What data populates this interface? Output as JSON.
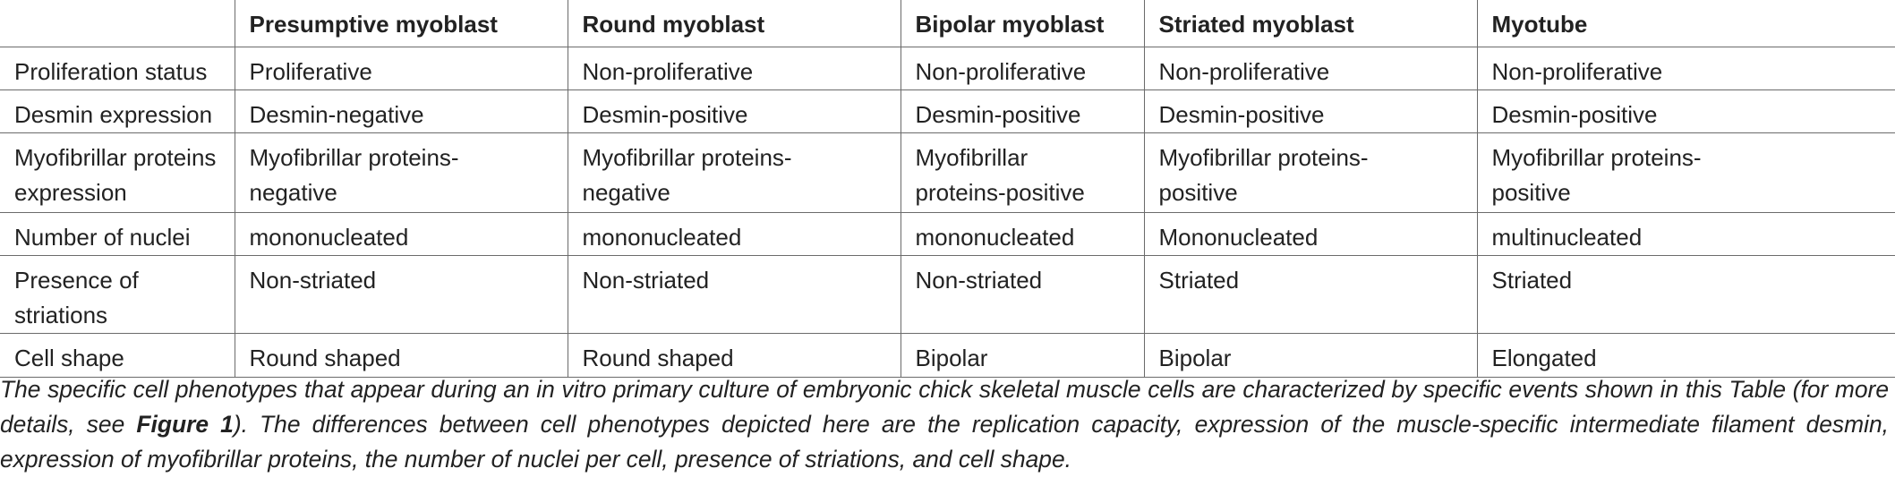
{
  "table": {
    "headers": [
      "",
      "Presumptive myoblast",
      "Round myoblast",
      "Bipolar myoblast",
      "Striated myoblast",
      "Myotube"
    ],
    "rows": [
      {
        "label": "Proliferation status",
        "cells": [
          "Proliferative",
          "Non-proliferative",
          "Non-proliferative",
          "Non-proliferative",
          "Non-proliferative"
        ]
      },
      {
        "label": "Desmin expression",
        "cells": [
          "Desmin-negative",
          "Desmin-positive",
          "Desmin-positive",
          "Desmin-positive",
          "Desmin-positive"
        ]
      },
      {
        "label": "Myofibrillar proteins expression",
        "cells": [
          "Myofibrillar proteins-negative",
          "Myofibrillar proteins-negative",
          "Myofibrillar proteins-positive",
          "Myofibrillar proteins-positive",
          "Myofibrillar proteins-positive"
        ]
      },
      {
        "label": "Number of nuclei",
        "cells": [
          "mononucleated",
          "mononucleated",
          "mononucleated",
          "Mononucleated",
          "multinucleated"
        ]
      },
      {
        "label": "Presence of striations",
        "cells": [
          "Non-striated",
          "Non-striated",
          "Non-striated",
          "Striated",
          "Striated"
        ]
      },
      {
        "label": "Cell shape",
        "cells": [
          "Round shaped",
          "Round shaped",
          "Bipolar",
          "Bipolar",
          "Elongated"
        ]
      }
    ]
  },
  "caption": {
    "before": "The specific cell phenotypes that appear during an in vitro primary culture of embryonic chick skeletal muscle cells are characterized by specific events shown in this Table (for more details, see ",
    "figure_ref": "Figure 1",
    "after": "). The differences between cell phenotypes depicted here are the replication capacity, expression of the muscle-specific intermediate filament desmin, expression of myofibrillar proteins, the number of nuclei per cell, presence of striations, and cell shape."
  }
}
